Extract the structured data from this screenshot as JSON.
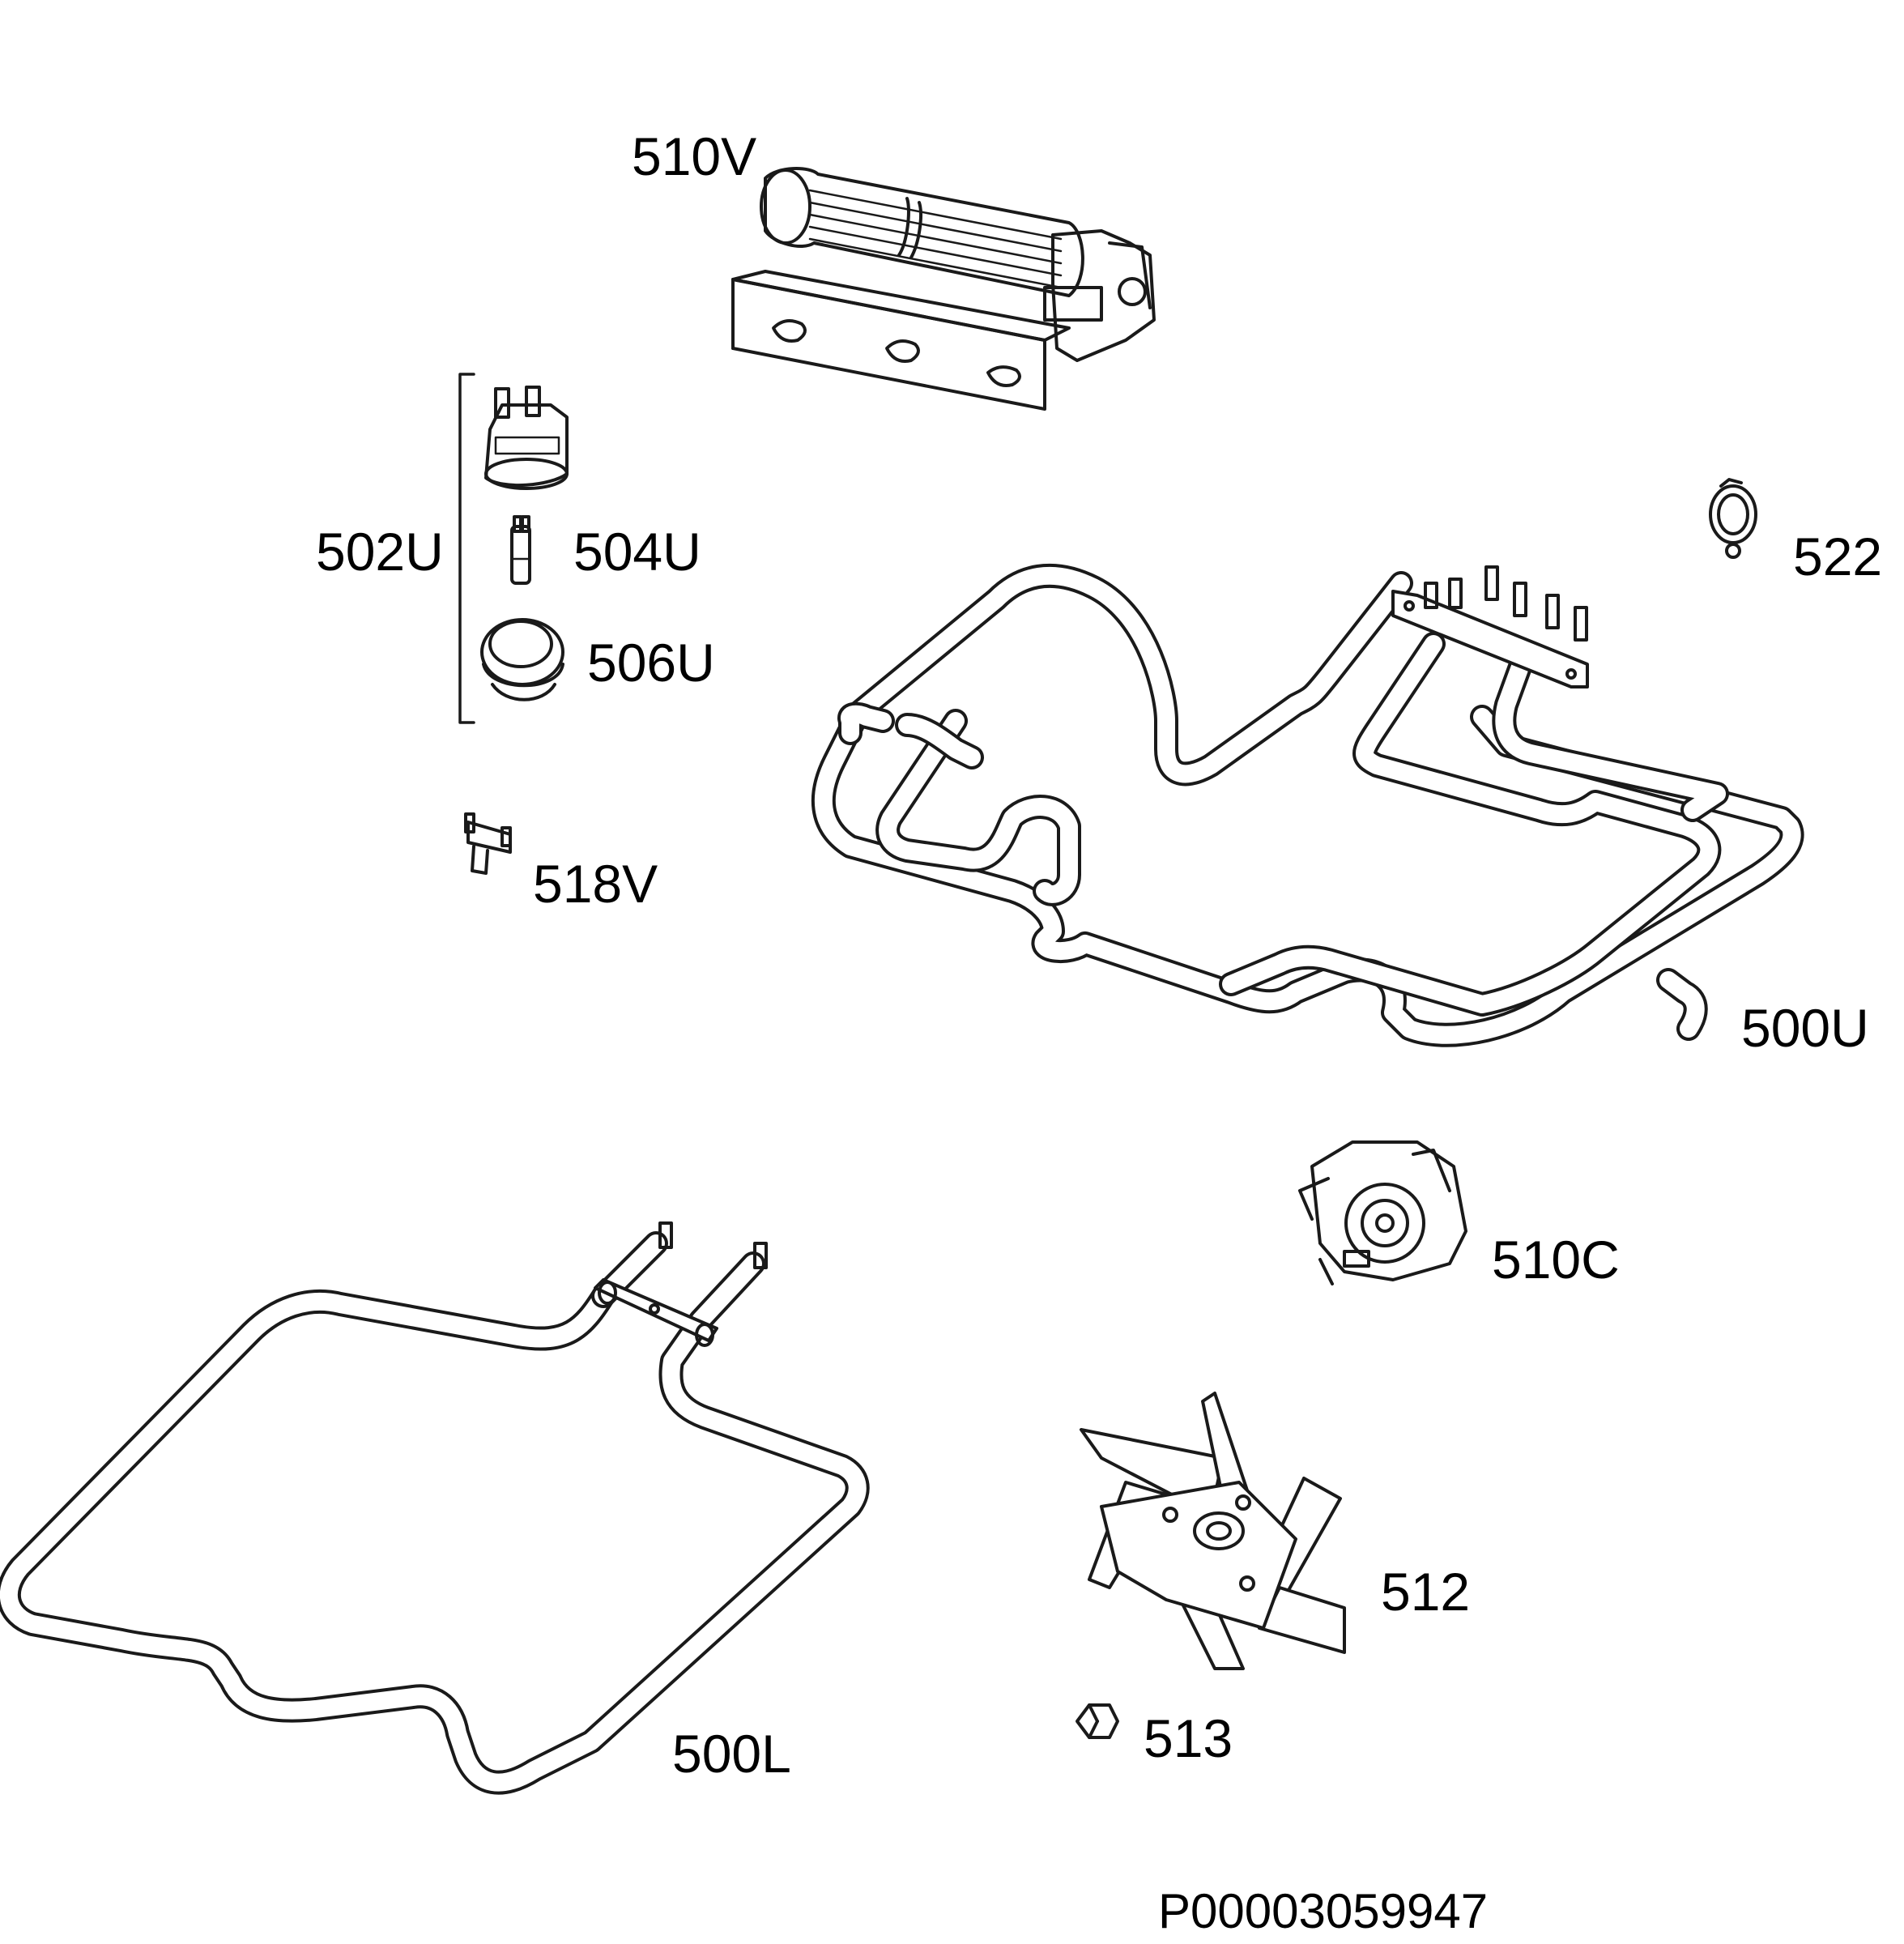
{
  "diagram": {
    "parts": [
      {
        "id": "510V",
        "name": "Tangential cooling fan"
      },
      {
        "id": "502U",
        "name": "Lamp assembly (bracket group)"
      },
      {
        "id": "504U",
        "name": "Lamp bulb"
      },
      {
        "id": "506U",
        "name": "Lamp cover"
      },
      {
        "id": "518V",
        "name": "Thermostat"
      },
      {
        "id": "522",
        "name": "Hose clip"
      },
      {
        "id": "500U",
        "name": "Upper heating element"
      },
      {
        "id": "510C",
        "name": "Circulation fan motor"
      },
      {
        "id": "500L",
        "name": "Lower heating element"
      },
      {
        "id": "512",
        "name": "Fan blade"
      },
      {
        "id": "513",
        "name": "Nut"
      }
    ],
    "labels": {
      "fan_tangential": "510V",
      "lamp_group": "502U",
      "lamp_bulb": "504U",
      "lamp_cover": "506U",
      "thermostat": "518V",
      "clip": "522",
      "upper_element": "500U",
      "fan_motor": "510C",
      "lower_element": "500L",
      "fan_blade": "512",
      "nut": "513"
    },
    "document_id": "P00003059947"
  }
}
